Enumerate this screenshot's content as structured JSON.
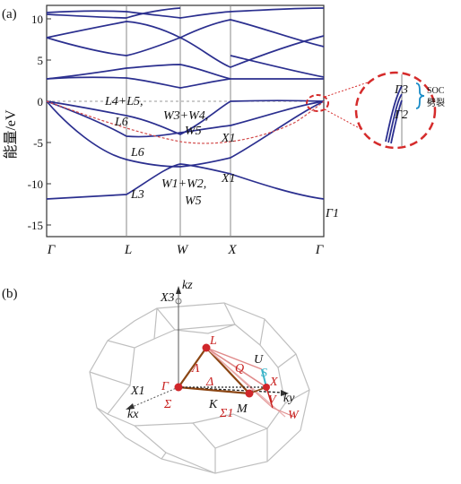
{
  "panels": {
    "a": {
      "tag": "(a)",
      "ylabel": "能量/eV",
      "yticks": [
        "10",
        "5",
        "0",
        "-5",
        "-10",
        "-15"
      ],
      "ytick_values": [
        10,
        5,
        0,
        -5,
        -10,
        -15
      ],
      "ylim": [
        -16.5,
        11.5
      ],
      "xticks": [
        "Γ",
        "L",
        "W",
        "X",
        "Γ"
      ],
      "xtick_positions": [
        0,
        0.2886,
        0.4826,
        0.6195,
        1.0
      ],
      "band_labels": {
        "L4L5": "L4+L5,",
        "L6a": "L6",
        "L6b": "L6",
        "L3": "L3",
        "W3W4": "W3+W4,",
        "W5a": "W5",
        "X1a": "X1",
        "W1W2": "W1+W2,",
        "W5b": "W5",
        "X1b": "X1",
        "G1": "Γ1"
      },
      "inset": {
        "label_top": "Γ3",
        "label_bottom": "Γ2",
        "soc_line1": "SOC",
        "soc_line2": "劈裂"
      },
      "colors": {
        "band": "#2b2f8f",
        "dashed": "#d24a4a",
        "axis": "#333333",
        "grid": "#888888"
      }
    },
    "b": {
      "tag": "(b)",
      "labels": {
        "kz": "kz",
        "X3": "X3",
        "L": "L",
        "U": "U",
        "Q": "Q",
        "S": "S",
        "X": "X",
        "Lambda": "Λ",
        "Gamma": "Γ",
        "Delta": "Δ",
        "X1": "X1",
        "Sigma": "Σ",
        "K": "K",
        "Sigma1": "Σ1",
        "M": "M",
        "V": "V",
        "ky": "ky",
        "W": "W",
        "kx": "kx"
      },
      "colors": {
        "edge": "#b8b8b8",
        "path": "#8b4513",
        "red": "#c8201e",
        "cyan": "#3bb4c8"
      }
    }
  }
}
